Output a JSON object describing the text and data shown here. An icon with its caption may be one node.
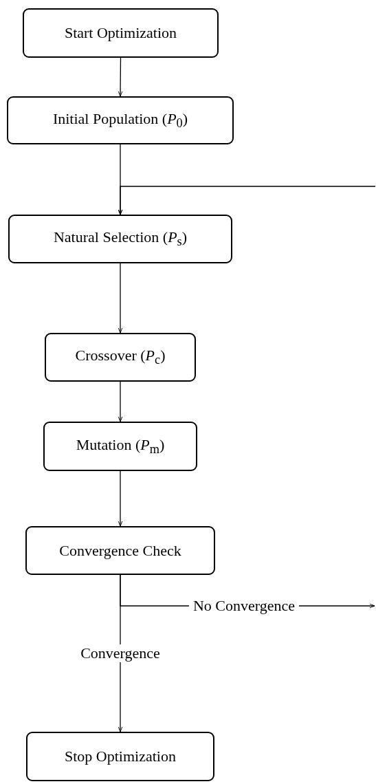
{
  "diagram": {
    "nodes": [
      {
        "text": [
          "Start Optimization"
        ]
      },
      {
        "text": [
          "Initial Population (*P*$_{0}$)"
        ]
      },
      {
        "text": [
          "Natural Selection (*P*$_{s}$)"
        ]
      },
      {
        "text": [
          "Crossover (*P*$_{c}$)"
        ]
      },
      {
        "text": [
          "Mutation (*P*$_{m}$)"
        ]
      },
      {
        "text": [
          "Convergence Check"
        ]
      },
      {
        "text": [
          "Stop Optimization"
        ]
      }
    ],
    "edges": [
      {
        "from": 0,
        "to": 1,
        "arrow": "to"
      },
      {
        "from": 1,
        "to": 2,
        "arrow": "to"
      },
      {
        "from": 2,
        "to": 3,
        "arrow": "to"
      },
      {
        "from": 3,
        "to": 4,
        "arrow": "to"
      },
      {
        "from": 4,
        "to": 5,
        "arrow": "to"
      },
      {
        "from": 5,
        "to": null,
        "arrow": "to",
        "label": "No Convergence"
      },
      {
        "from": 5,
        "to": 6,
        "arrow": "to",
        "label": "Convergence"
      },
      {
        "from": null,
        "to": 2,
        "arrow": "to"
      }
    ]
  }
}
